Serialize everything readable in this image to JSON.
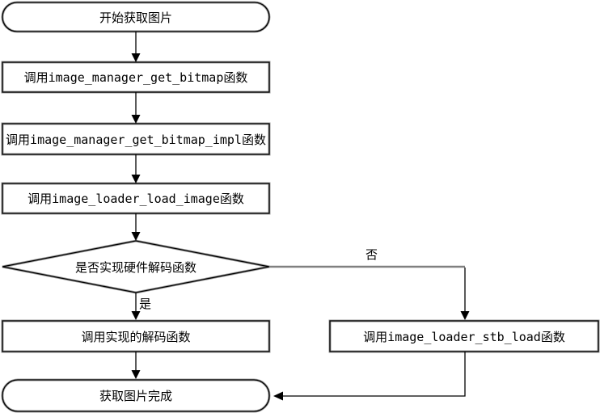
{
  "colors": {
    "background": "#ffffff",
    "node_fill": "#ffffff",
    "node_border": "#000000",
    "node_border_fringe": "#9a9a9a",
    "edge_line": "#000000",
    "no_branch_line": "#808080",
    "text": "#000000"
  },
  "flowchart": {
    "nodes": {
      "start": {
        "label": "开始获取图片",
        "type": "terminal"
      },
      "get_bitmap": {
        "label": "调用image_manager_get_bitmap函数",
        "type": "process"
      },
      "get_bitmap_impl": {
        "label": "调用image_manager_get_bitmap_impl函数",
        "type": "process"
      },
      "load_image": {
        "label": "调用image_loader_load_image函数",
        "type": "process"
      },
      "decision": {
        "label": "是否实现硬件解码函数",
        "type": "decision"
      },
      "impl_decode": {
        "label": "调用实现的解码函数",
        "type": "process"
      },
      "stb_load": {
        "label": "调用image_loader_stb_load函数",
        "type": "process"
      },
      "end": {
        "label": "获取图片完成",
        "type": "terminal"
      }
    },
    "edge_labels": {
      "yes": "是",
      "no": "否"
    }
  }
}
